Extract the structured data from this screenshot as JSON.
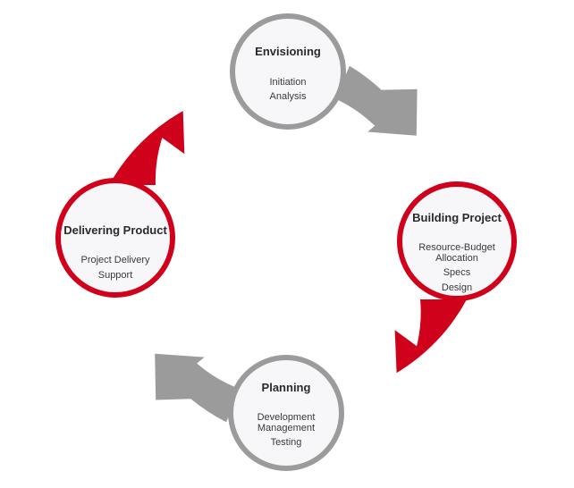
{
  "colors": {
    "gray": "#9b9b9b",
    "red": "#d0021b",
    "circle_fill": "#f7f7f9"
  },
  "nodes": {
    "envisioning": {
      "title": "Envisioning",
      "lines": [
        "Initiation",
        "Analysis"
      ],
      "color": "gray"
    },
    "building": {
      "title": "Building Project",
      "lines": [
        "Resource-Budget",
        "Allocation",
        "Specs",
        "Design"
      ],
      "color": "red"
    },
    "planning": {
      "title": "Planning",
      "lines": [
        "Development",
        "Management",
        "Testing"
      ],
      "color": "gray"
    },
    "delivering": {
      "title": "Delivering Product",
      "lines": [
        "Project Delivery",
        "Support"
      ],
      "color": "red"
    }
  },
  "arrows": [
    {
      "from": "envisioning",
      "to": "building",
      "color": "gray"
    },
    {
      "from": "building",
      "to": "planning",
      "color": "red"
    },
    {
      "from": "planning",
      "to": "delivering",
      "color": "gray"
    },
    {
      "from": "delivering",
      "to": "envisioning",
      "color": "red"
    }
  ]
}
